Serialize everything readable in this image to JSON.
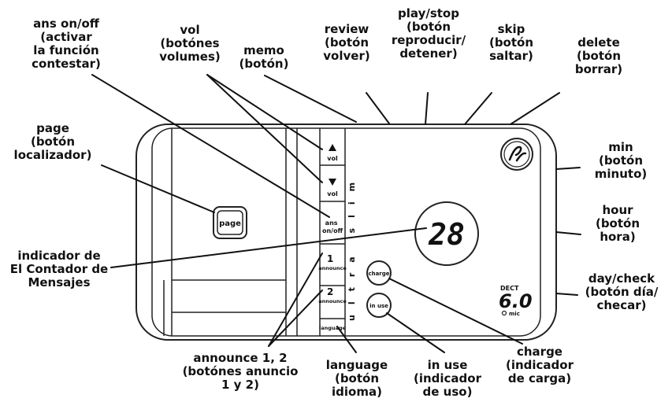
{
  "device": {
    "page_button": "page",
    "vol_up_label": "vol",
    "vol_down_label": "vol",
    "ans_label": [
      "ans",
      "on/off"
    ],
    "announce1": [
      "1",
      "announce"
    ],
    "announce2": [
      "2",
      "announce"
    ],
    "language_label": "language",
    "charge_label": "charge",
    "in_use_label": "in use",
    "message_count": "28",
    "brand_logo_text": "GE",
    "dect_top": "DECT",
    "dect_value": "6.0",
    "mic_label": "mic",
    "vertical_text": "ultra slim",
    "up_arrow_icon": "triangle-up",
    "down_arrow_icon": "triangle-down"
  },
  "callouts": {
    "ans": [
      "ans on/off",
      "(activar",
      "la función",
      "contestar)"
    ],
    "vol": [
      "vol",
      "(botónes",
      "volumes)"
    ],
    "memo": [
      "memo",
      "(botón)"
    ],
    "review": [
      "review",
      "(botón",
      "volver)"
    ],
    "play": [
      "play/stop",
      "(botón",
      "reproducir/",
      "detener)"
    ],
    "skip": [
      "skip",
      "(botón",
      "saltar)"
    ],
    "delete": [
      "delete",
      "(botón",
      "borrar)"
    ],
    "page": [
      "page",
      "(botón",
      "localizador)"
    ],
    "min": [
      "min",
      "(botón",
      "minuto)"
    ],
    "hour": [
      "hour",
      "(botón",
      "hora)"
    ],
    "counter": [
      "indicador de",
      "El Contador de",
      "Mensajes"
    ],
    "day": [
      "day/check",
      "(botón día/",
      "checar)"
    ],
    "announce": [
      "announce 1, 2",
      "(botónes anuncio",
      "1 y 2)"
    ],
    "language": [
      "language",
      "(botón",
      "idioma)"
    ],
    "inuse": [
      "in use",
      "(indicador",
      "de uso)"
    ],
    "charge": [
      "charge",
      "(indicador",
      "de carga)"
    ]
  }
}
